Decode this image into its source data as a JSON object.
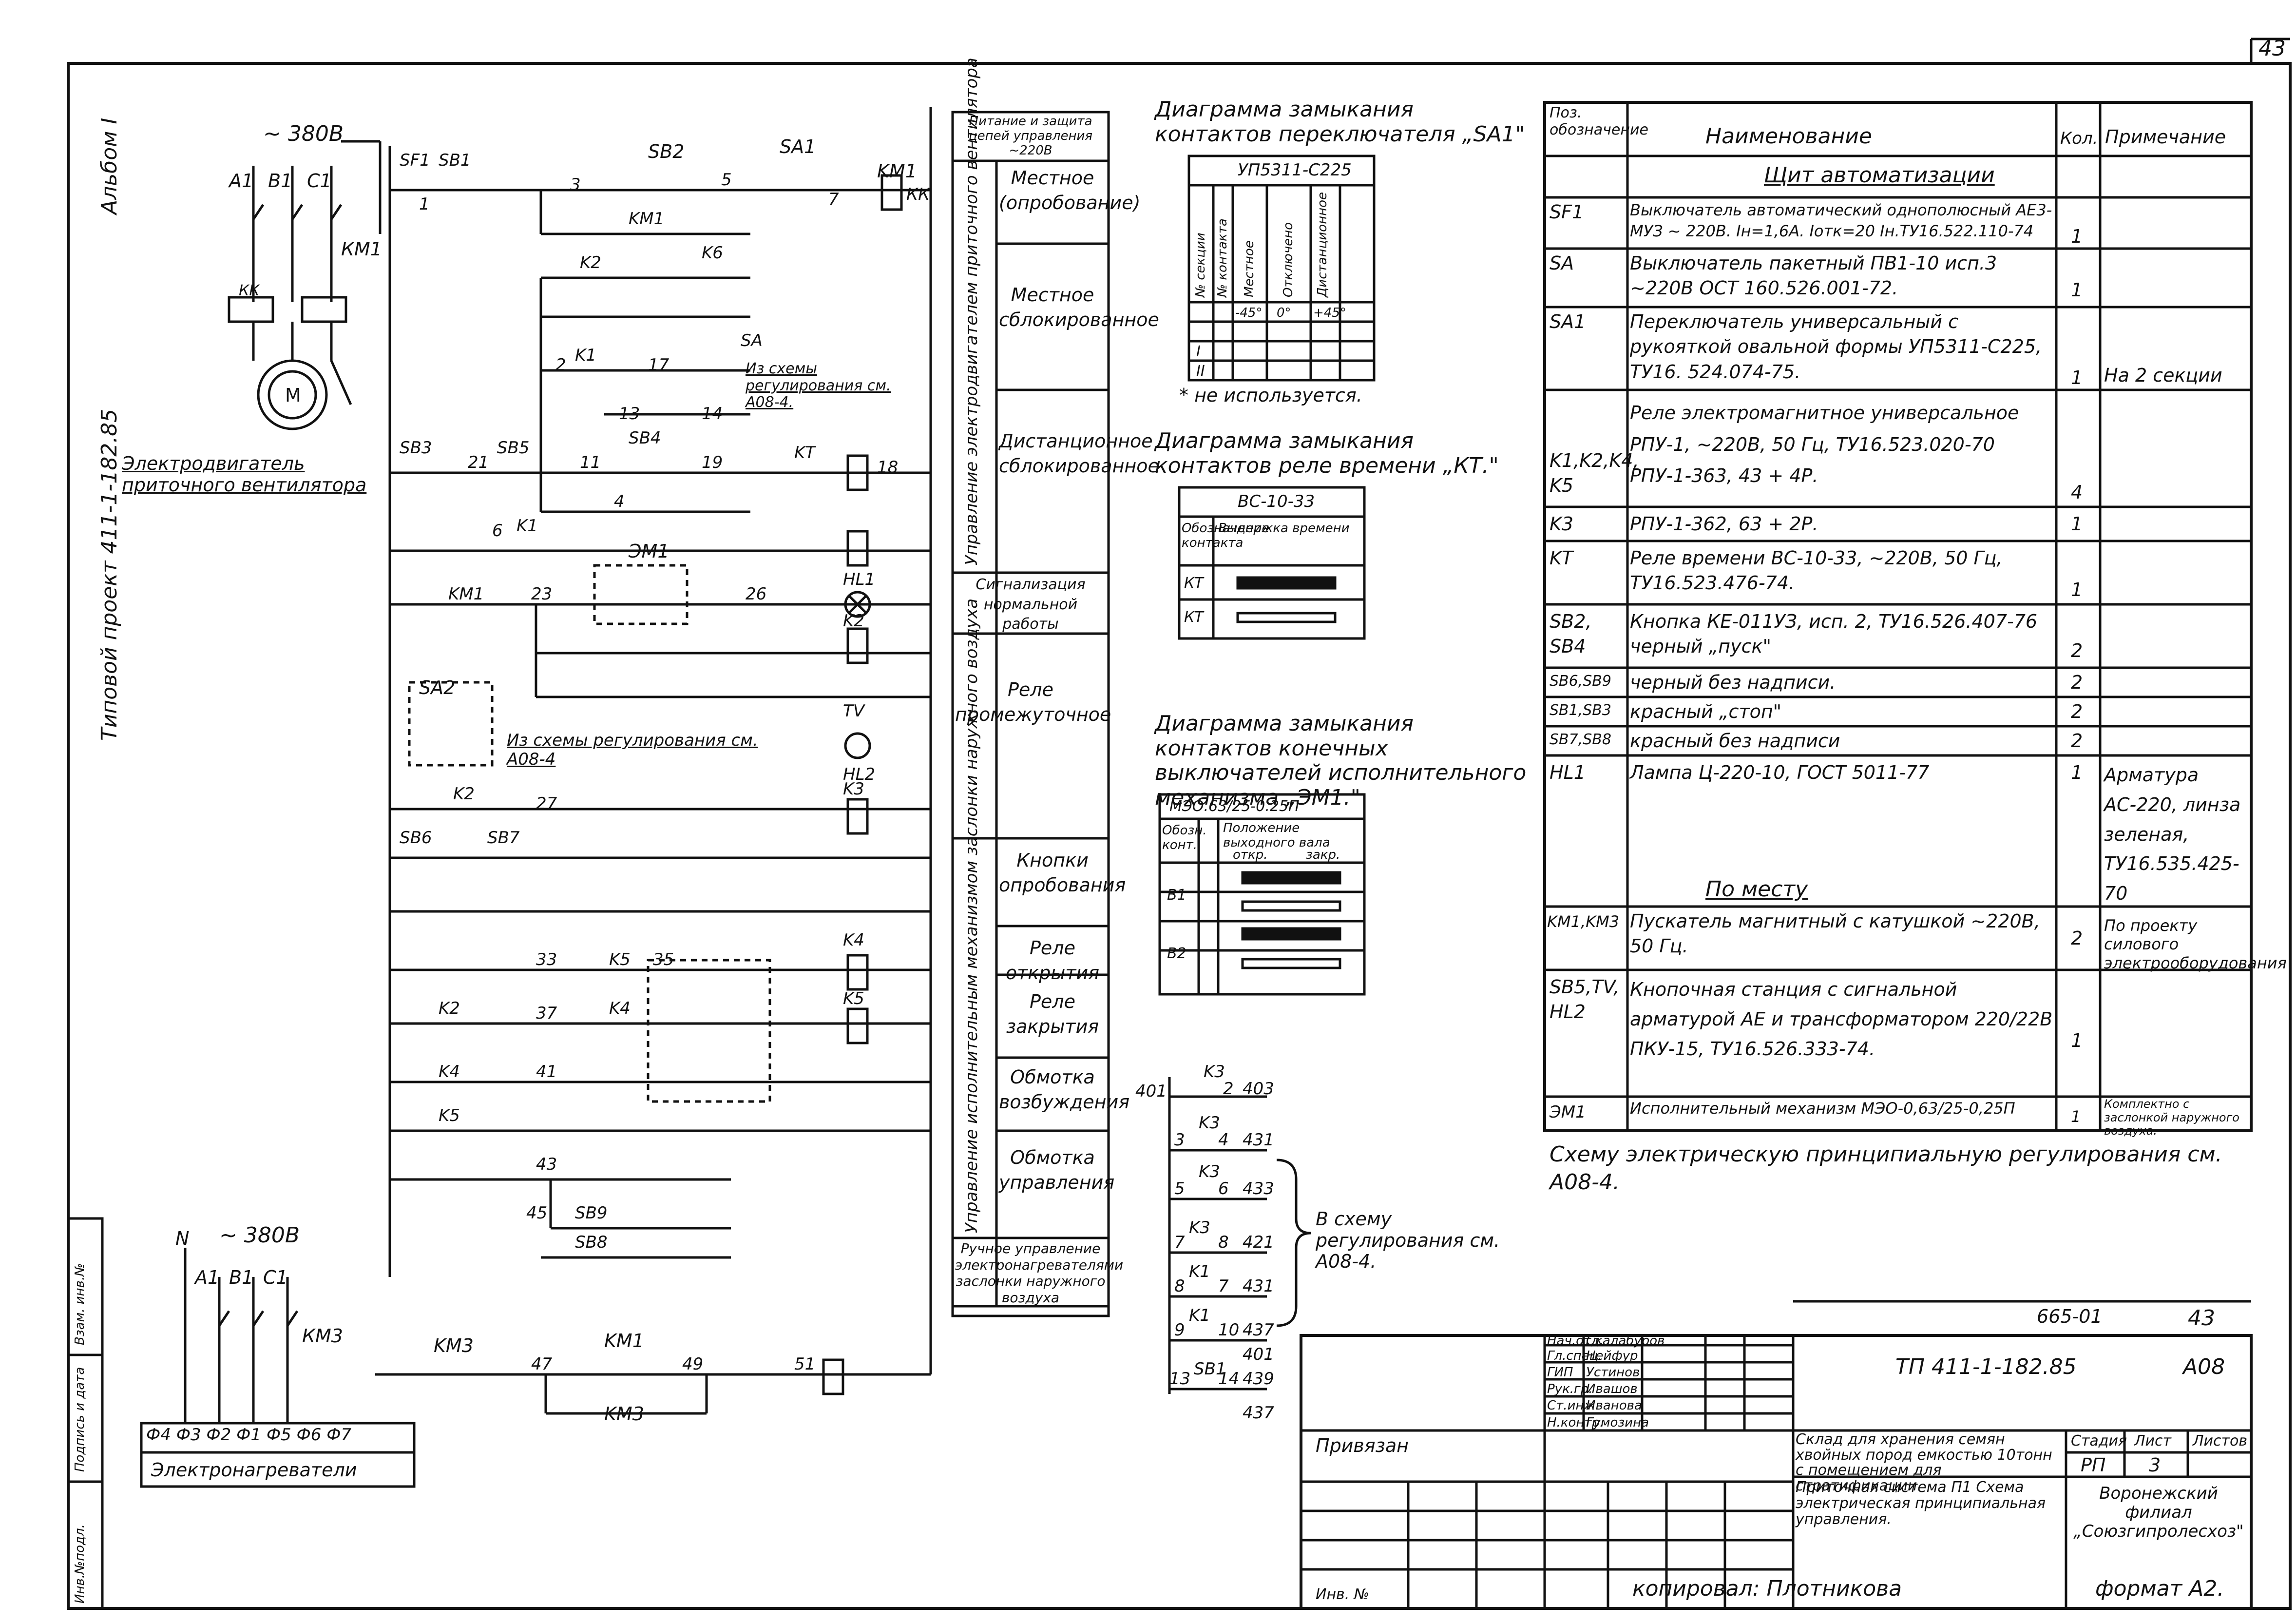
{
  "sheet_corner": "43",
  "album": "Альбом I",
  "project_side": "Типовой проект 411-1-182.85",
  "power": {
    "voltage_top": "~ 380В",
    "phases": [
      "A1",
      "B1",
      "C1"
    ],
    "kk": "КК",
    "motor": "М",
    "km1": "КМ1",
    "motor_caption": "Электродвигатель приточного вентилятора"
  },
  "power2": {
    "n": "N",
    "voltage": "~ 380В",
    "phases": [
      "A1",
      "B1",
      "C1"
    ],
    "km3": "КМ3",
    "terminals": "Ф4 Ф3 Ф2 Ф1 Ф5 Ф6 Ф7",
    "caption": "Электронагреватели"
  },
  "left_stamp": [
    "Инв.№подл.",
    "Подпись и дата",
    "Взам. инв.№"
  ],
  "circuit_labels": [
    "SF1",
    "SB1",
    "SB2",
    "SA1",
    "KM1",
    "КК",
    "KM1",
    "K2",
    "K6",
    "SA",
    "K1",
    "SB4",
    "SB3",
    "SB5",
    "KT",
    "K1",
    "ЭМ1",
    "KM1",
    "HL1",
    "K2",
    "TV",
    "HL2",
    "SA2",
    "K2",
    "K3",
    "SB6",
    "SB7",
    "K5",
    "K4",
    "K2",
    "K4",
    "K5",
    "K4",
    "K5",
    "SB8",
    "SB9",
    "KM3",
    "KM1",
    "KM3"
  ],
  "wire_numbers": [
    "1",
    "3",
    "5",
    "7",
    "2",
    "4",
    "6",
    "11",
    "13",
    "14",
    "17",
    "19",
    "21",
    "23",
    "26",
    "27",
    "33",
    "35",
    "37",
    "41",
    "43",
    "45",
    "47",
    "49",
    "51",
    "18"
  ],
  "sa2_note": "Из схемы регулирования см. А08-4",
  "sa_note": "Из схемы регулирования см. А08-4.",
  "function_table": {
    "header": "Питание и защита цепей управления ~220В",
    "groups": [
      {
        "group": "Управление электродвигателем приточного вентилятора",
        "rows": [
          "Местное (опробование)",
          "Местное сблокированное",
          "Дистанционное сблокированное"
        ]
      },
      {
        "group": "",
        "rows": [
          "Сигнализация нормальной работы",
          "Реле промежуточное"
        ]
      },
      {
        "group": "Управление исполнительным механизмом заслонки наружного воздуха",
        "rows": [
          "Кнопки опробования",
          "Реле открытия",
          "Реле закрытия",
          "Обмотка возбуждения",
          "Обмотка управления"
        ]
      },
      {
        "group": "",
        "rows": [
          "Ручное управление электронагревателями заслонки наружного воздуха"
        ]
      }
    ]
  },
  "diagrams": {
    "sa1_title": "Диаграмма замыкания контактов переключателя „SA1\"",
    "sa1_model": "УП5311-С225",
    "sa1_cols": [
      "№ секции",
      "№ контакта",
      "Местное",
      "Отключено",
      "Дистанционное"
    ],
    "sa1_angles": [
      "-45°",
      "0°",
      "+45°"
    ],
    "sa1_rows": [
      "I",
      "II"
    ],
    "sa1_note": "* не используется.",
    "kt_title": "Диаграмма замыкания контактов реле времени „КТ.\"",
    "kt_model": "ВС-10-33",
    "kt_head": [
      "Обозначение контакта",
      "Выдержка времени"
    ],
    "kt_rows": [
      "КТ",
      "КТ"
    ],
    "em_title": "Диаграмма замыкания контактов конечных выключателей исполнительного механизма „ЭМ1.\"",
    "em_model": "МЭО.63/25-0.25П",
    "em_head": [
      "Обозн. конт.",
      "Положение выходного вала",
      "откр.",
      "закр."
    ],
    "em_rows": [
      "В1",
      "В2"
    ]
  },
  "k3_block": {
    "items": [
      "401",
      "K3",
      "2",
      "403",
      "3",
      "K3",
      "4",
      "431",
      "5",
      "K3",
      "6",
      "433",
      "7",
      "K3",
      "8",
      "421",
      "8",
      "K1",
      "7",
      "431",
      "9",
      "K1",
      "10",
      "437",
      "401",
      "13",
      "SB1",
      "14",
      "439",
      "437"
    ],
    "note": "В схему регулирования см. А08-4."
  },
  "spec": {
    "headers": [
      "Поз. обозначение",
      "Наименование",
      "Кол.",
      "Примечание"
    ],
    "section1": "Щит автоматизации",
    "rows": [
      {
        "pos": "SF1",
        "name": "Выключатель автоматический однополюсный АЕ3-МУЗ ~ 220В. Iн=1,6А. Iотк=20 Iн.ТУ16.522.110-74",
        "qty": "1",
        "note": ""
      },
      {
        "pos": "SA",
        "name": "Выключатель пакетный ПВ1-10 исп.3 ~220В ОСТ 160.526.001-72.",
        "qty": "1",
        "note": ""
      },
      {
        "pos": "SA1",
        "name": "Переключатель универсальный с рукояткой овальной формы УП5311-С225, ТУ16. 524.074-75.",
        "qty": "1",
        "note": "На 2 секции"
      },
      {
        "pos": "K1,K2,K4, K5",
        "name": "Реле электромагнитное универсальное РПУ-1, ~220В, 50 Гц, ТУ16.523.020-70 РПУ-1-363, 43 + 4Р.",
        "qty": "4",
        "note": ""
      },
      {
        "pos": "K3",
        "name": "РПУ-1-362, 63 + 2Р.",
        "qty": "1",
        "note": ""
      },
      {
        "pos": "KT",
        "name": "Реле времени ВС-10-33, ~220В, 50 Гц, ТУ16.523.476-74.",
        "qty": "1",
        "note": ""
      },
      {
        "pos": "SB2, SB4",
        "name": "Кнопка КЕ-011УЗ, исп. 2, ТУ16.526.407-76 черный „пуск\"",
        "qty": "2",
        "note": ""
      },
      {
        "pos": "SB6,SB9",
        "name": "черный без надписи.",
        "qty": "2",
        "note": ""
      },
      {
        "pos": "SB1,SB3",
        "name": "красный „стоп\"",
        "qty": "2",
        "note": ""
      },
      {
        "pos": "SB7,SB8",
        "name": "красный без надписи",
        "qty": "2",
        "note": ""
      },
      {
        "pos": "HL1",
        "name": "Лампа Ц-220-10, ГОСТ 5011-77",
        "qty": "1",
        "note": "Арматура АС-220, линза зеленая, ТУ16.535.425-70"
      },
      {
        "pos": "",
        "name": "По месту",
        "qty": "",
        "note": ""
      },
      {
        "pos": "KM1,KM3",
        "name": "Пускатель магнитный с катушкой ~220В, 50 Гц.",
        "qty": "2",
        "note": "По проекту силового электрооборудования"
      },
      {
        "pos": "SB5,TV, HL2",
        "name": "Кнопочная станция с сигнальной арматурой АЕ и трансформатором 220/22В ПКУ-15, ТУ16.526.333-74.",
        "qty": "1",
        "note": ""
      },
      {
        "pos": "ЭМ1",
        "name": "Исполнительный механизм МЭО-0,63/25-0,25П",
        "qty": "1",
        "note": "Комплектно с заслонкой наружного воздуха."
      }
    ]
  },
  "regulation_note": "Схему электрическую принципиальную регулирования см. А08-4.",
  "title_block": {
    "code_top": "665-01",
    "sheet_top": "43",
    "designation": "ТП 411-1-182.85",
    "mark": "А08",
    "roles": [
      "Нач.отд.",
      "Гл.спец.",
      "ГИП",
      "Рук.гр.",
      "Ст.инж.",
      "Н.контр."
    ],
    "names": [
      "Скалабуров",
      "Нейфур",
      "Устинов",
      "Ивашов",
      "Иванова",
      "Гумозина"
    ],
    "object": "Склад для хранения семян хвойных пород емкостью 10тонн с помещением для стратификации.",
    "sheet_title": "Приточная система П1 Схема электрическая принципиальная управления.",
    "stage_labels": [
      "Стадия",
      "Лист",
      "Листов"
    ],
    "stage_values": [
      "РП",
      "3",
      ""
    ],
    "org": "Воронежский филиал „Союзгипролесхоз\"",
    "privyazan": "Привязан",
    "inv": "Инв. №"
  },
  "footer": {
    "copied": "копировал: Плотникова",
    "format": "формат А2."
  }
}
